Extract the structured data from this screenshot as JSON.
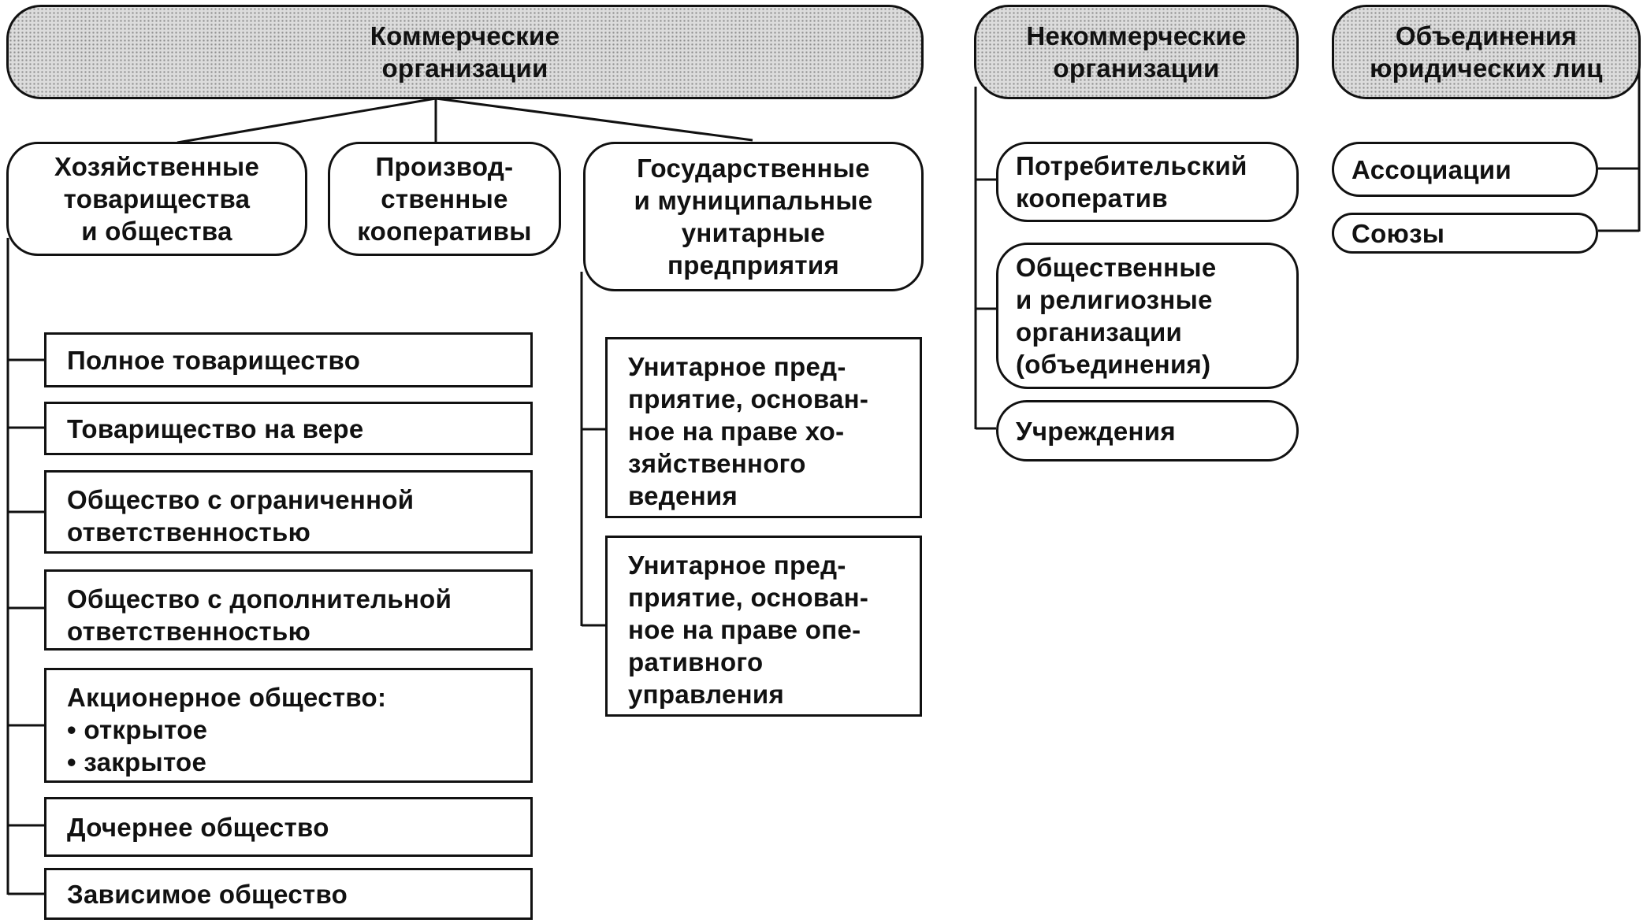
{
  "headers": {
    "commercial": "Коммерческие\nорганизации",
    "noncommercial": "Некоммерческие\nорганизации",
    "associations": "Объединения\nюридических лиц"
  },
  "commercial_groups": {
    "partnerships": "Хозяйственные\nтоварищества\nи общества",
    "coops": "Производ-\nственные\nкооперативы",
    "unitary": "Государственные\nи муниципальные\nунитарные\nпредприятия"
  },
  "partnership_types": [
    "Полное товарищество",
    "Товарищество на вере",
    "Общество с ограниченной\nответственностью",
    "Общество с дополнительной\nответственностью",
    "Акционерное общество:\n• открытое\n• закрытое",
    "Дочернее общество",
    "Зависимое общество"
  ],
  "unitary_types": [
    "Унитарное пред-\nприятие, основан-\nное на праве хо-\nзяйственного\nведения",
    "Унитарное пред-\nприятие, основан-\nное на праве опе-\nративного\nуправления"
  ],
  "noncommercial_types": [
    "Потребительский\nкооператив",
    "Общественные\nи религиозные\nорганизации\n(объединения)",
    "Учреждения"
  ],
  "association_types": [
    "Ассоциации",
    "Союзы"
  ]
}
